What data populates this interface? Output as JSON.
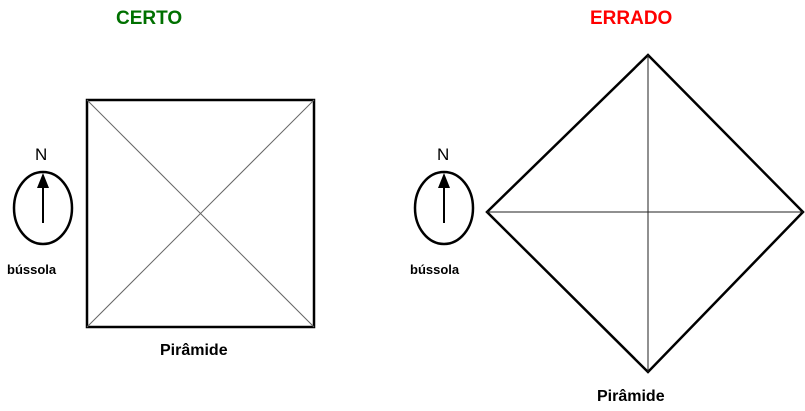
{
  "panels": [
    {
      "title": "CERTO",
      "title_color": "#007000",
      "north_label": "N",
      "compass_label": "bússola",
      "pyramid_label": "Pirâmide"
    },
    {
      "title": "ERRADO",
      "title_color": "#ff0000",
      "north_label": "N",
      "compass_label": "bússola",
      "pyramid_label": "Pirâmide"
    }
  ]
}
